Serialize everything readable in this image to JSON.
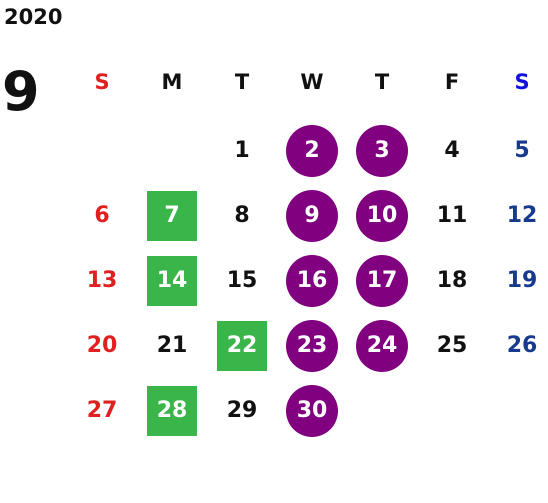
{
  "calendar": {
    "year": "2020",
    "month": "9",
    "weekdays": [
      "S",
      "M",
      "T",
      "W",
      "T",
      "F",
      "S"
    ],
    "first_weekday_index": 2,
    "days": [
      "1",
      "2",
      "3",
      "4",
      "5",
      "6",
      "7",
      "8",
      "9",
      "10",
      "11",
      "12",
      "13",
      "14",
      "15",
      "16",
      "17",
      "18",
      "19",
      "20",
      "21",
      "22",
      "23",
      "24",
      "25",
      "26",
      "27",
      "28",
      "29",
      "30"
    ],
    "highlighted_circle_days": [
      "2",
      "3",
      "9",
      "10",
      "16",
      "17",
      "23",
      "24",
      "30"
    ],
    "highlighted_square_days": [
      "7",
      "14",
      "22",
      "28"
    ]
  },
  "colors": {
    "text": "#111111",
    "sunday": "#e02020",
    "saturday_header": "#1010e0",
    "saturday_day": "#173a8f",
    "circle_fill": "#800080",
    "square_fill": "#3ab54a",
    "highlight_text": "#ffffff"
  }
}
